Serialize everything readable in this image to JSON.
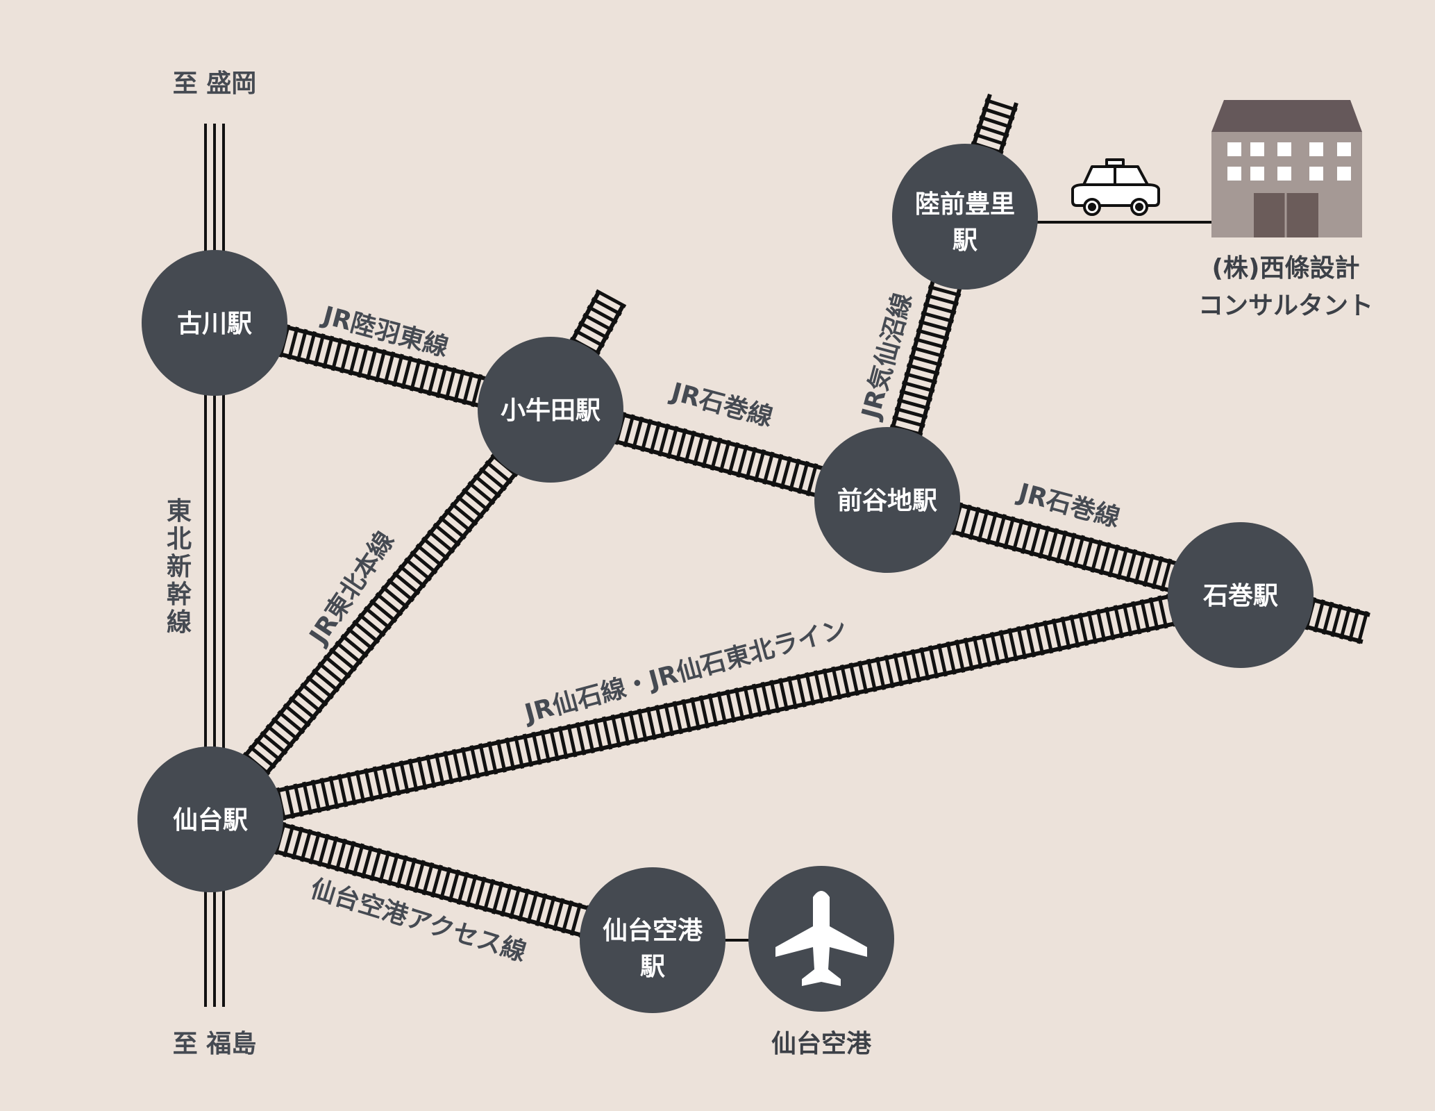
{
  "colors": {
    "background": "#ece2da",
    "station": "#454a51",
    "track": "#111111",
    "label": "#454a52",
    "building_roof": "#65585a",
    "building_body": "#a59995",
    "building_door": "#6b5c5a"
  },
  "destinations": {
    "north": "至 盛岡",
    "south": "至 福島"
  },
  "lines": {
    "shinkansen": "東北新幹線",
    "rikuu_east": "JR陸羽東線",
    "ishinomaki_1": "JR石巻線",
    "ishinomaki_2": "JR石巻線",
    "kesennuma": "JR気仙沼線",
    "tohoku_main": "JR東北本線",
    "senseki": "JR仙石線・JR仙石東北ライン",
    "airport_access": "仙台空港アクセス線"
  },
  "stations": {
    "furukawa": "古川駅",
    "kogota": "小牛田駅",
    "maeyachi": "前谷地駅",
    "ishinomaki": "石巻駅",
    "sendai": "仙台駅",
    "rikuzen_line1": "陸前豊里",
    "rikuzen_line2": "駅",
    "airport_stn_line1": "仙台空港",
    "airport_stn_line2": "駅"
  },
  "places": {
    "airport": "仙台空港",
    "company_line1": "(株)西條設計",
    "company_line2": "コンサルタント"
  },
  "icons": {
    "airplane": "airplane-icon",
    "taxi": "taxi-icon",
    "building": "office-building-icon"
  }
}
